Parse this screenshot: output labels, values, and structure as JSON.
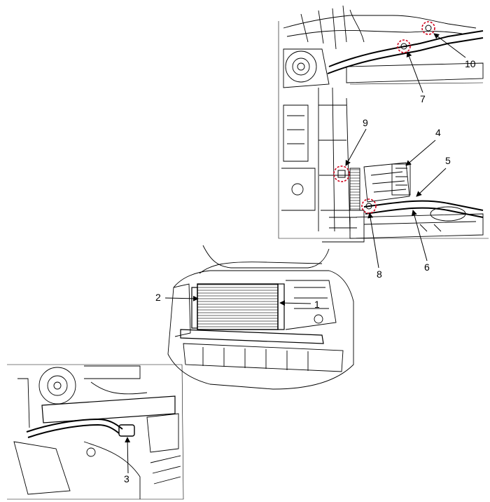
{
  "callouts": {
    "c1": "1",
    "c2": "2",
    "c3": "3",
    "c4": "4",
    "c5": "5",
    "c6": "6",
    "c7": "7",
    "c8": "8",
    "c9": "9",
    "c10": "10"
  },
  "colors": {
    "line": "#000000",
    "highlight": "#d0021b",
    "background": "#ffffff"
  }
}
